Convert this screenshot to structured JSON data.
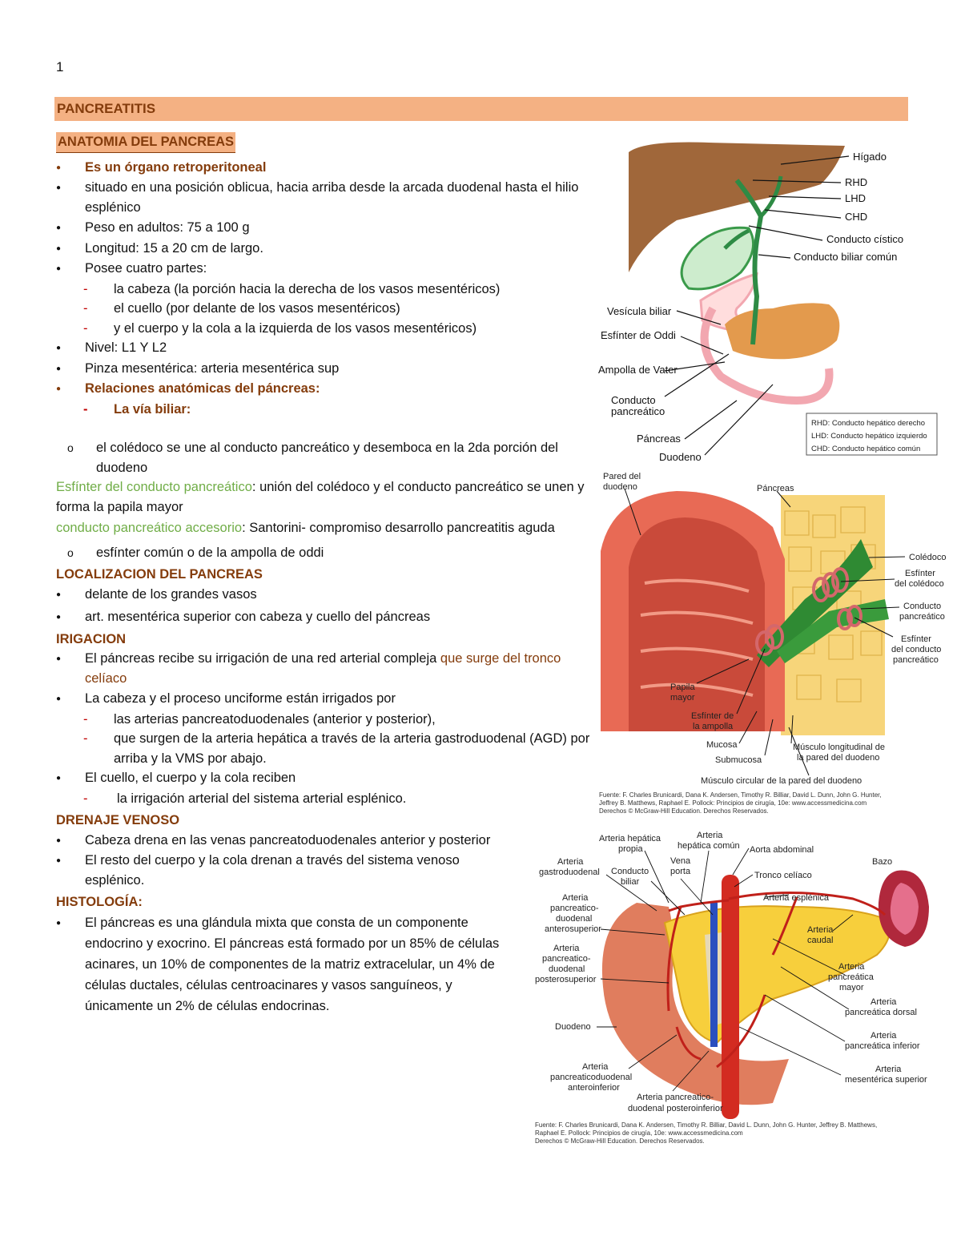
{
  "page_number": "1",
  "title": "PANCREATITIS",
  "anatomia": {
    "heading": "ANATOMIA DEL PANCREAS",
    "b1": "Es un órgano retroperitoneal",
    "b2": "situado en una posición oblicua, hacia arriba desde la arcada duodenal hasta el hilio esplénico",
    "b3": "Peso en adultos: 75 a 100 g",
    "b4": "Longitud: 15 a 20 cm de largo.",
    "b5": "Posee cuatro partes:",
    "parts": [
      "la cabeza (la porción hacia la derecha de los vasos mesentéricos)",
      "el cuello (por delante de los vasos mesentéricos)",
      "y el cuerpo y la cola a la izquierda de los vasos mesentéricos)"
    ],
    "b6": "Nivel: L1 Y L2",
    "b7": "Pinza mesentérica: arteria mesentérica sup",
    "b8": "Relaciones anatómicas del páncreas:",
    "via": "La vía biliar:",
    "coledoco": "el colédoco se une al conducto pancreático y desemboca en la 2da porción del duodeno",
    "esfinter_label": "Esfínter del conducto pancreático",
    "esfinter_text": ": unión del colédoco y el conducto pancreático se unen y forma la papila mayor",
    "accesorio_label": "conducto pancreático accesorio",
    "accesorio_text": ": Santorini- compromiso desarrollo pancreatitis aguda",
    "esfinter_comun": "esfínter común o de la ampolla de oddi"
  },
  "localizacion": {
    "heading": "LOCALIZACION DEL PANCREAS",
    "items": [
      "delante de los grandes vasos",
      "art. mesentérica superior con cabeza y cuello del páncreas"
    ]
  },
  "irrigacion": {
    "heading": "IRIGACION",
    "b1_pre": "El páncreas recibe su irrigación de una red arterial compleja ",
    "b1_hl": "que surge del tronco celíaco",
    "b2": "La cabeza y el proceso unciforme están irrigados por",
    "d1": "las arterias pancreatoduodenales (anterior y posterior),",
    "d2": "que surgen de la arteria hepática a través de la arteria gastroduodenal (AGD) por arriba y la VMS por abajo.",
    "b3": "El cuello, el cuerpo y la cola reciben",
    "d3": "la irrigación arterial del sistema arterial esplénico."
  },
  "drenaje": {
    "heading": "DRENAJE VENOSO",
    "items": [
      "Cabeza drena en las venas pancreatoduodenales anterior y posterior",
      "El resto del cuerpo y la cola drenan a través del sistema venoso esplénico."
    ]
  },
  "histologia": {
    "heading": "HISTOLOGÍA:",
    "text": "El páncreas es una glándula mixta que consta de un componente endocrino y exocrino. El páncreas está formado por un 85% de células acinares, un 10% de componentes de la matriz extracelular, un 4% de células ductales, células centroacinares y vasos sanguíneos, y únicamente un 2% de células endocrinas."
  },
  "fig1": {
    "labels": {
      "higado": "Hígado",
      "rhd": "RHD",
      "lhd": "LHD",
      "chd": "CHD",
      "cistico": "Conducto cístico",
      "biliar": "Conducto biliar común",
      "vesicula": "Vesícula biliar",
      "oddi": "Esfínter de Oddi",
      "vater": "Ampolla de Vater",
      "conducto1": "Conducto",
      "conducto2": "pancreático",
      "pancreas": "Páncreas",
      "duodeno": "Duodeno"
    },
    "legend": [
      "RHD: Conducto hepático derecho",
      "LHD: Conducto hepático izquierdo",
      "CHD: Conducto hepático común"
    ]
  },
  "fig2": {
    "labels": {
      "pared1": "Pared del",
      "pared2": "duodeno",
      "pancreas": "Páncreas",
      "coledoco": "Colédoco",
      "esfcol1": "Esfínter",
      "esfcol2": "del colédoco",
      "cp1": "Conducto",
      "cp2": "pancreático",
      "esfcp1": "Esfínter",
      "esfcp2": "del conducto",
      "esfcp3": "pancreático",
      "papila1": "Papila",
      "papila2": "mayor",
      "amp1": "Esfínter de",
      "amp2": "la ampolla",
      "mucosa": "Mucosa",
      "submucosa": "Submucosa",
      "long1": "Músculo longitudinal de",
      "long2": "la pared del duodeno",
      "circ": "Músculo circular de la pared del duodeno"
    },
    "source": [
      "Fuente: F. Charles Brunicardi, Dana K. Andersen, Timothy R. Billiar, David L. Dunn, John G. Hunter,",
      "Jeffrey B. Matthews, Raphael E. Pollock: Principios de cirugía, 10e: www.accessmedicina.com",
      "Derechos © McGraw-Hill Education. Derechos Reservados."
    ]
  },
  "fig3": {
    "labels": {
      "ahp1": "Arteria hepática",
      "ahp2": "propia",
      "ahc1": "Arteria",
      "ahc2": "hepática común",
      "aorta": "Aorta abdominal",
      "agd1": "Arteria",
      "agd2": "gastroduodenal",
      "cb1": "Conducto",
      "cb2": "biliar",
      "vp1": "Vena",
      "vp2": "porta",
      "tronco": "Tronco celíaco",
      "bazo": "Bazo",
      "apdas1": "Arteria",
      "apdas2": "pancreatico-",
      "apdas3": "duodenal",
      "apdas4": "anterosuperior",
      "esplenica": "Arteria esplénica",
      "caudal1": "Arteria",
      "caudal2": "caudal",
      "apdps1": "Arteria",
      "apdps2": "pancreatico-",
      "apdps3": "duodenal",
      "apdps4": "posterosuperior",
      "apm1": "Arteria",
      "apm2": "pancreática",
      "apm3": "mayor",
      "apd1": "Arteria",
      "apd2": "pancreática dorsal",
      "duodeno": "Duodeno",
      "api1": "Arteria",
      "api2": "pancreática inferior",
      "apdai1": "Arteria",
      "apdai2": "pancreaticoduodenal",
      "apdai3": "anteroinferior",
      "ams1": "Arteria",
      "ams2": "mesentérica superior",
      "apdpi1": "Arteria pancreatico-",
      "apdpi2": "duodenal posteroinferior"
    },
    "source": [
      "Fuente: F. Charles Brunicardi, Dana K. Andersen, Timothy R. Billiar, David L. Dunn, John G. Hunter, Jeffrey B. Matthews,",
      "Raphael E. Pollock: Principios de cirugía, 10e: www.accessmedicina.com",
      "Derechos © McGraw-Hill Education. Derechos Reservados."
    ]
  }
}
